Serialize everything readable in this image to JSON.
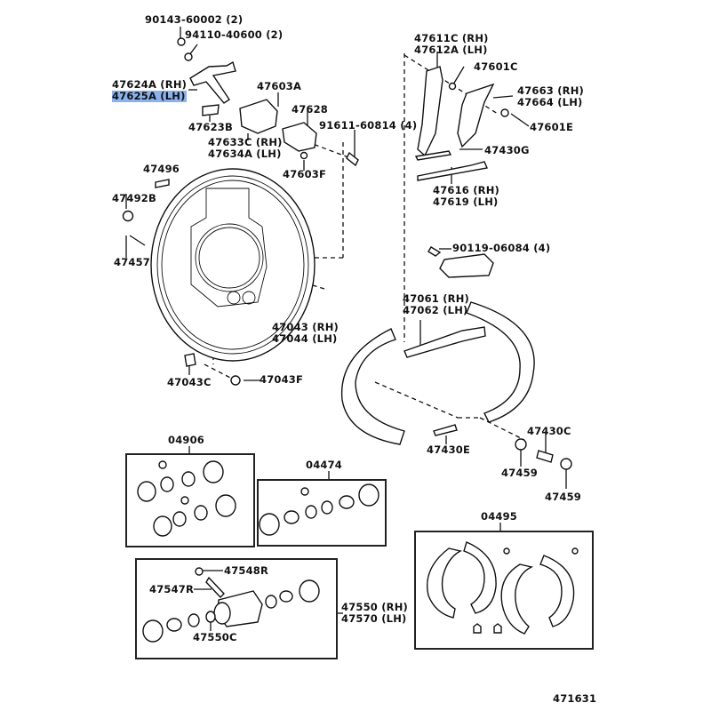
{
  "diagram": {
    "title": "Rear Drum Brake Assembly Parts Diagram",
    "figure_number": "471631",
    "highlight_color": "#8ab2ee",
    "labels": {
      "p90143": "90143-60002 (2)",
      "p94110": "94110-40600 (2)",
      "p47624A": "47624A (RH)",
      "p47625A": "47625A (LH)",
      "p47603A": "47603A",
      "p47623B": "47623B",
      "p47628": "47628",
      "p91611": "91611-60814 (4)",
      "p47633C": "47633C (RH)",
      "p47634A": "47634A (LH)",
      "p47603F": "47603F",
      "p47496": "47496",
      "p47492B": "47492B",
      "p47457": "47457",
      "p47043": "47043 (RH)",
      "p47044": "47044 (LH)",
      "p47043C": "47043C",
      "p47043F": "47043F",
      "p47611C": "47611C (RH)",
      "p47612A": "47612A (LH)",
      "p47601C": "47601C",
      "p47663": "47663 (RH)",
      "p47664": "47664 (LH)",
      "p47601E": "47601E",
      "p47430G": "47430G",
      "p47616": "47616 (RH)",
      "p47619": "47619 (LH)",
      "p90119": "90119-06084 (4)",
      "p47061": "47061 (RH)",
      "p47062": "47062 (LH)",
      "p47430C": "47430C",
      "p47430E": "47430E",
      "p47459a": "47459",
      "p47459b": "47459",
      "k04906": "04906",
      "k04474": "04474",
      "k04495": "04495",
      "p47548R": "47548R",
      "p47547R": "47547R",
      "p47550C": "47550C",
      "p47550": "47550 (RH)",
      "p47570": "47570 (LH)"
    },
    "highlighted_part": "47625A (LH)"
  }
}
